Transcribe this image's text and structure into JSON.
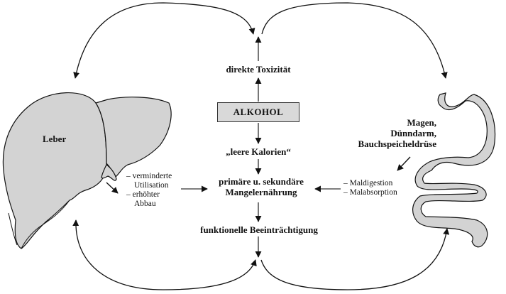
{
  "diagram": {
    "center_box": "ALKOHOL",
    "top_label": "direkte Toxizität",
    "empty_calories": "„leere Kalorien“",
    "malnutrition_line1": "primäre u. sekundäre",
    "malnutrition_line2": "Mangelernährung",
    "functional": "funktionelle Beeinträchtigung",
    "liver": {
      "label": "Leber",
      "effects": [
        "– verminderte",
        "Utilisation",
        "– erhöhter",
        "Abbau"
      ]
    },
    "gi": {
      "label_lines": [
        "Magen,",
        "Dünndarm,",
        "Bauchspeicheldrüse"
      ],
      "effects": [
        "– Maldigestion",
        "– Malabsorption"
      ]
    },
    "colors": {
      "organ_fill": "#d3d3d3",
      "box_fill": "#d9d9d9",
      "stroke": "#111111",
      "connector": "#555555"
    }
  }
}
